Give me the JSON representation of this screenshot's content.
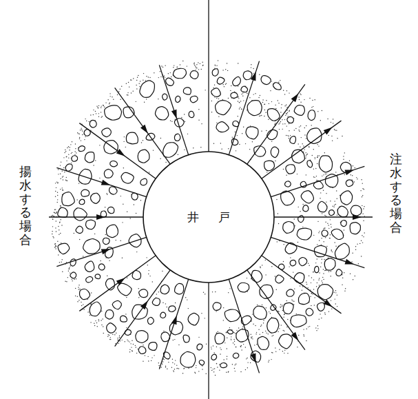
{
  "diagram": {
    "nodes": [
      {
        "text": [
          "井戸"
        ]
      }
    ],
    "labels": [
      "揚水する場合",
      "注水する場合"
    ]
  }
}
